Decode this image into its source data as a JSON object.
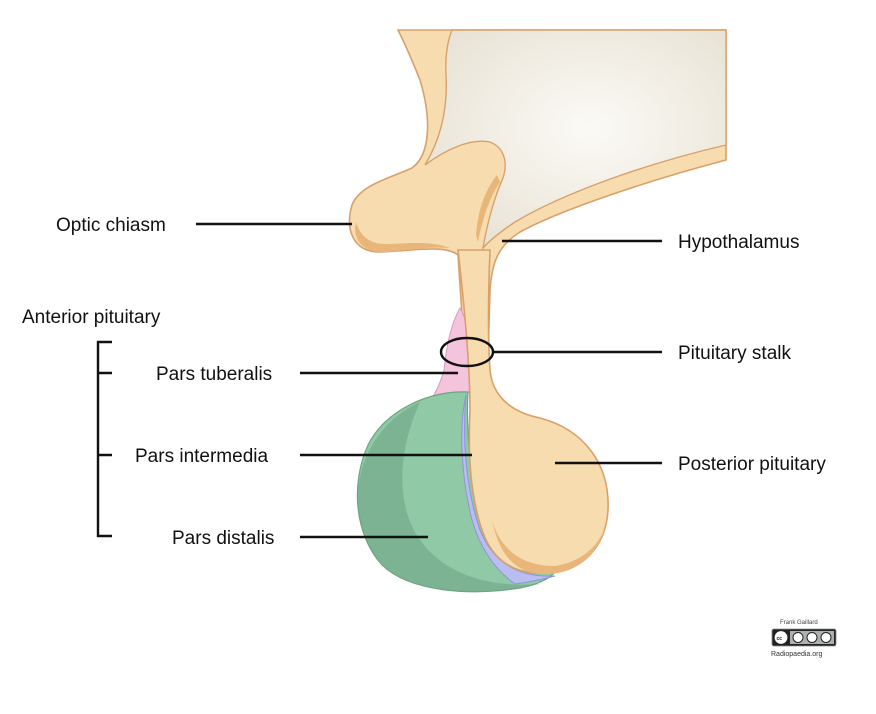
{
  "labels": {
    "optic_chiasm": "Optic chiasm",
    "hypothalamus": "Hypothalamus",
    "anterior_pituitary": "Anterior pituitary",
    "pars_tuberalis": "Pars tuberalis",
    "pituitary_stalk": "Pituitary stalk",
    "pars_intermedia": "Pars intermedia",
    "posterior_pituitary": "Posterior pituitary",
    "pars_distalis": "Pars distalis"
  },
  "credit": {
    "author": "Frank Gaillard",
    "site": "Radiopaedia.org",
    "license_icon": "cc-by-nc-sa-badge"
  },
  "colors": {
    "brain_tissue": "#f7dcaf",
    "tissue_outline": "#d9a06a",
    "tissue_shadow": "#e9b67a",
    "ventricle": "#efeadf",
    "pars_tuberalis": "#f4c3dc",
    "pars_intermedia": "#b9bdf0",
    "pars_distalis": "#8fc9a6",
    "pars_distalis_shadow": "#6ea383"
  }
}
